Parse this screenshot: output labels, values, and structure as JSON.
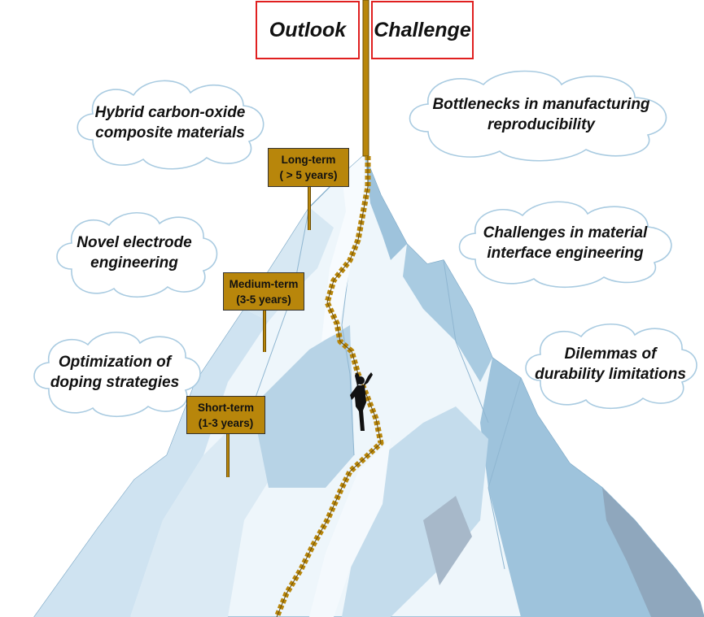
{
  "headers": {
    "outlook": "Outlook",
    "challenge": "Challenge"
  },
  "outlook": [
    {
      "line1": "Hybrid carbon-oxide",
      "line2": "composite materials"
    },
    {
      "line1": "Novel electrode",
      "line2": "engineering"
    },
    {
      "line1": "Optimization of",
      "line2": "doping strategies"
    }
  ],
  "challenges": [
    {
      "line1": "Bottlenecks in manufacturing",
      "line2": "reproducibility"
    },
    {
      "line1": "Challenges in material",
      "line2": "interface engineering"
    },
    {
      "line1": "Dilemmas of",
      "line2": "durability limitations"
    }
  ],
  "signs": [
    {
      "label": "Long-term",
      "period": "( > 5 years)"
    },
    {
      "label": "Medium-term",
      "period": "(3-5 years)"
    },
    {
      "label": "Short-term",
      "period": "(1-3 years)"
    }
  ],
  "colors": {
    "flag_border": "#e02020",
    "sign": "#b8860b",
    "snow": "#eef6fb",
    "ice": "#cfe3f1",
    "shadow": "#9ec3dc",
    "rock": "#8fa7bd"
  }
}
